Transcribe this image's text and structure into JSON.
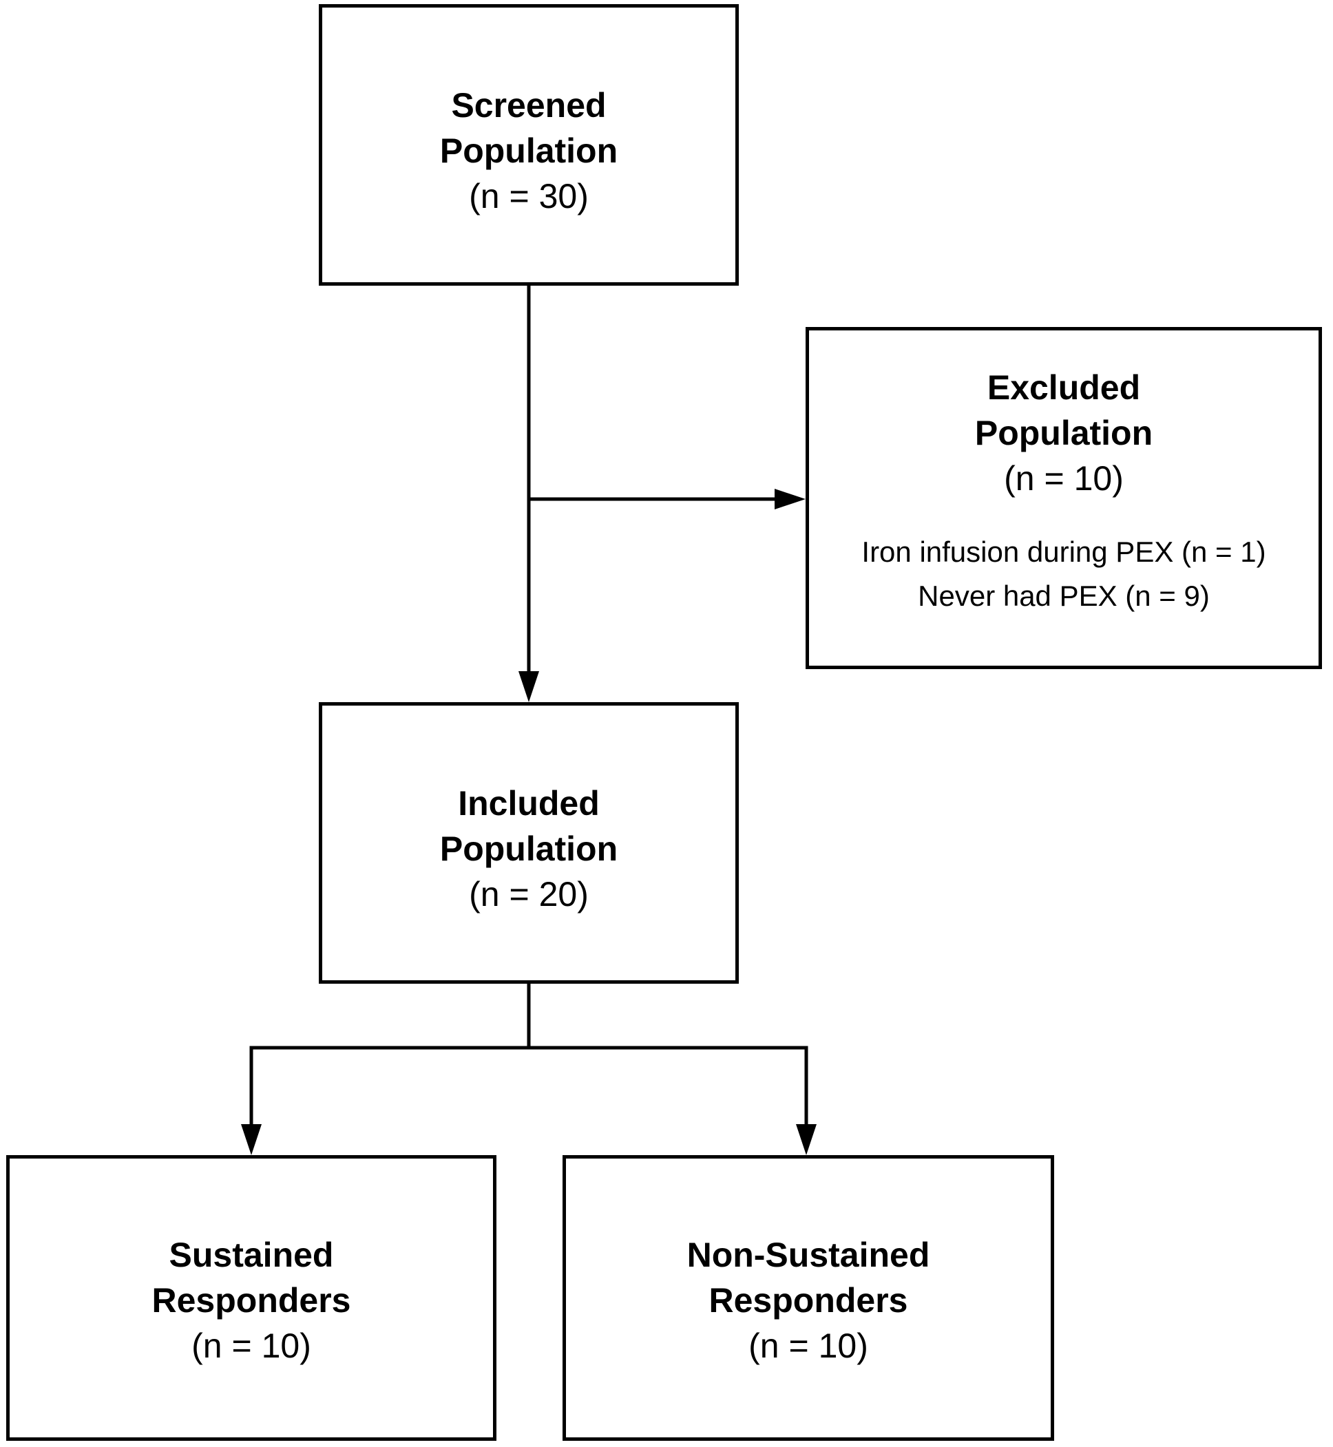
{
  "diagram": {
    "stroke_color": "#000000",
    "background_color": "#ffffff",
    "nodes": {
      "screened": {
        "title_line1": "Screened",
        "title_line2": "Population",
        "count": "(n = 30)"
      },
      "excluded": {
        "title_line1": "Excluded",
        "title_line2": "Population",
        "count": "(n = 10)",
        "reasons": [
          "Iron infusion during PEX (n = 1)",
          "Never had PEX (n = 9)"
        ]
      },
      "included": {
        "title_line1": "Included",
        "title_line2": "Population",
        "count": "(n = 20)"
      },
      "sustained": {
        "title_line1": "Sustained",
        "title_line2": "Responders",
        "count": "(n = 10)"
      },
      "non_sustained": {
        "title_line1": "Non-Sustained",
        "title_line2": "Responders",
        "count": "(n = 10)"
      }
    },
    "edges": [
      {
        "from": "screened",
        "to": "included"
      },
      {
        "from": "screened",
        "to": "excluded"
      },
      {
        "from": "included",
        "to": "sustained"
      },
      {
        "from": "included",
        "to": "non_sustained"
      }
    ]
  }
}
